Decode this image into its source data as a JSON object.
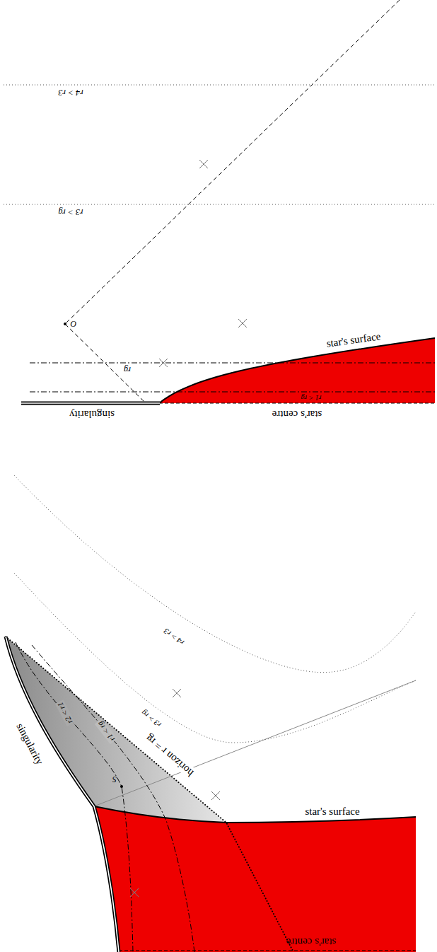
{
  "diagram": {
    "labels": [
      "r4 > r3",
      "r3 > rg",
      "O",
      "rg",
      "star's surface",
      "r1 < rg",
      "singularity",
      "star's centre",
      "r4 > r3",
      "r3 > rg",
      "horizon r = rg",
      "r1 < rg",
      "r2 < r1",
      "S",
      "star's surface",
      "singularity",
      "star's centre"
    ]
  }
}
